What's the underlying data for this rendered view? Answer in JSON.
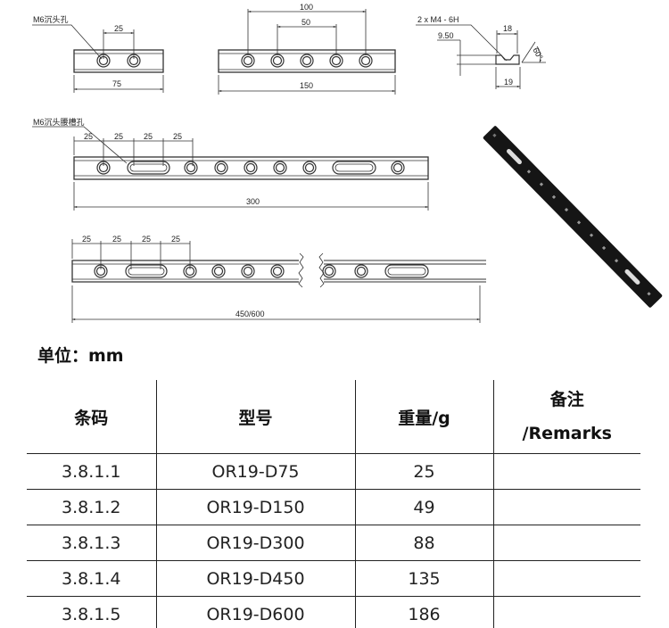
{
  "drawings": {
    "d75": {
      "label": "M6沉头孔",
      "pitch": "25",
      "length": "75"
    },
    "d150": {
      "outer": "100",
      "inner": "50",
      "length": "150"
    },
    "profile": {
      "thread": "2 x M4 - 6H",
      "height": "9.50",
      "top_width": "18",
      "bottom_width": "19",
      "angle": "60°"
    },
    "d300": {
      "label": "M6沉头腰槽孔",
      "pitches": [
        "25",
        "25",
        "25",
        "25"
      ],
      "length": "300"
    },
    "d450": {
      "pitches": [
        "25",
        "25",
        "25",
        "25"
      ],
      "length": "450/600"
    }
  },
  "unit_label": "单位：mm",
  "table": {
    "headers": [
      "条码",
      "型号",
      "重量/g",
      "备注\n/Remarks"
    ],
    "rows": [
      [
        "3.8.1.1",
        "OR19-D75",
        "25",
        ""
      ],
      [
        "3.8.1.2",
        "OR19-D150",
        "49",
        ""
      ],
      [
        "3.8.1.3",
        "OR19-D300",
        "88",
        ""
      ],
      [
        "3.8.1.4",
        "OR19-D450",
        "135",
        ""
      ],
      [
        "3.8.1.5",
        "OR19-D600",
        "186",
        ""
      ]
    ]
  }
}
